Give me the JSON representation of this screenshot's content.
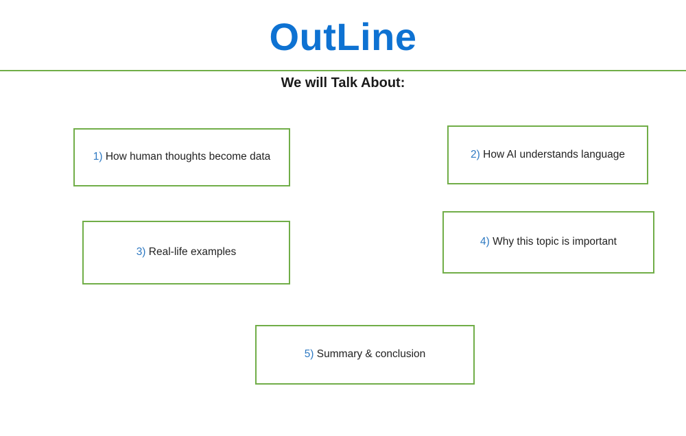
{
  "slide": {
    "title": "OutLine",
    "subtitle": "We will Talk About:",
    "colors": {
      "title_blue": "#0E72D2",
      "number_blue": "#2E79C2",
      "accent_green": "#70AD47",
      "body_text": "#212121"
    },
    "items": [
      {
        "number": "1)",
        "label": "How human thoughts become data"
      },
      {
        "number": "2)",
        "label": "How AI understands language"
      },
      {
        "number": "3)",
        "label": "Real-life examples"
      },
      {
        "number": "4)",
        "label": "Why this topic is important"
      },
      {
        "number": "5)",
        "label": "Summary & conclusion"
      }
    ]
  }
}
